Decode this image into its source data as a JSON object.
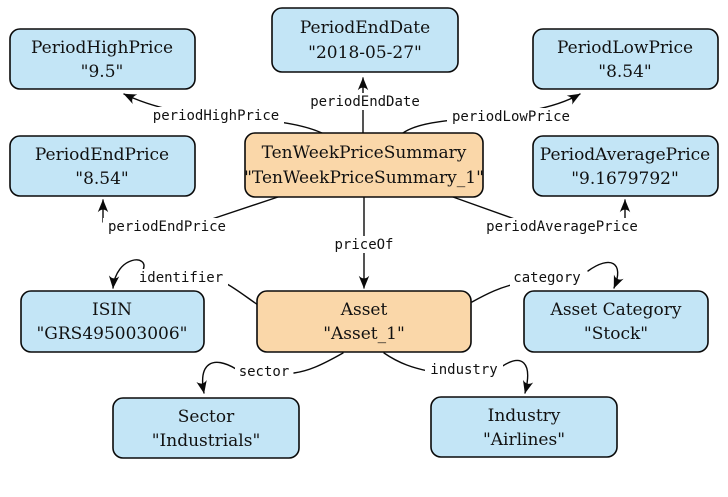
{
  "diagram": {
    "type": "rdf-entity-graph",
    "nodes": [
      {
        "id": "PeriodHighPrice",
        "label": "PeriodHighPrice",
        "value": "\"9.5\"",
        "kind": "literal"
      },
      {
        "id": "PeriodEndDate",
        "label": "PeriodEndDate",
        "value": "\"2018-05-27\"",
        "kind": "literal"
      },
      {
        "id": "PeriodLowPrice",
        "label": "PeriodLowPrice",
        "value": "\"8.54\"",
        "kind": "literal"
      },
      {
        "id": "PeriodEndPrice",
        "label": "PeriodEndPrice",
        "value": "\"8.54\"",
        "kind": "literal"
      },
      {
        "id": "TenWeekPriceSummary",
        "label": "TenWeekPriceSummary",
        "value": "\"TenWeekPriceSummary_1\"",
        "kind": "entity"
      },
      {
        "id": "PeriodAveragePrice",
        "label": "PeriodAveragePrice",
        "value": "\"9.1679792\"",
        "kind": "literal"
      },
      {
        "id": "ISIN",
        "label": "ISIN",
        "value": "\"GRS495003006\"",
        "kind": "literal"
      },
      {
        "id": "Asset",
        "label": "Asset",
        "value": "\"Asset_1\"",
        "kind": "entity"
      },
      {
        "id": "AssetCategory",
        "label": "Asset Category",
        "value": "\"Stock\"",
        "kind": "literal"
      },
      {
        "id": "Sector",
        "label": "Sector",
        "value": "\"Industrials\"",
        "kind": "literal"
      },
      {
        "id": "Industry",
        "label": "Industry",
        "value": "\"Airlines\"",
        "kind": "literal"
      }
    ],
    "edges": [
      {
        "label": "periodHighPrice",
        "from": "TenWeekPriceSummary",
        "to": "PeriodHighPrice"
      },
      {
        "label": "periodEndDate",
        "from": "TenWeekPriceSummary",
        "to": "PeriodEndDate"
      },
      {
        "label": "periodLowPrice",
        "from": "TenWeekPriceSummary",
        "to": "PeriodLowPrice"
      },
      {
        "label": "periodEndPrice",
        "from": "TenWeekPriceSummary",
        "to": "PeriodEndPrice"
      },
      {
        "label": "periodAveragePrice",
        "from": "TenWeekPriceSummary",
        "to": "PeriodAveragePrice"
      },
      {
        "label": "priceOf",
        "from": "TenWeekPriceSummary",
        "to": "Asset"
      },
      {
        "label": "identifier",
        "from": "Asset",
        "to": "ISIN"
      },
      {
        "label": "category",
        "from": "Asset",
        "to": "AssetCategory"
      },
      {
        "label": "sector",
        "from": "Asset",
        "to": "Sector"
      },
      {
        "label": "industry",
        "from": "Asset",
        "to": "Industry"
      }
    ]
  },
  "colors": {
    "literal_fill": "#C3E5F6",
    "entity_fill": "#FAD7A9",
    "stroke": "#0a0a0a",
    "background": "#ffffff"
  }
}
